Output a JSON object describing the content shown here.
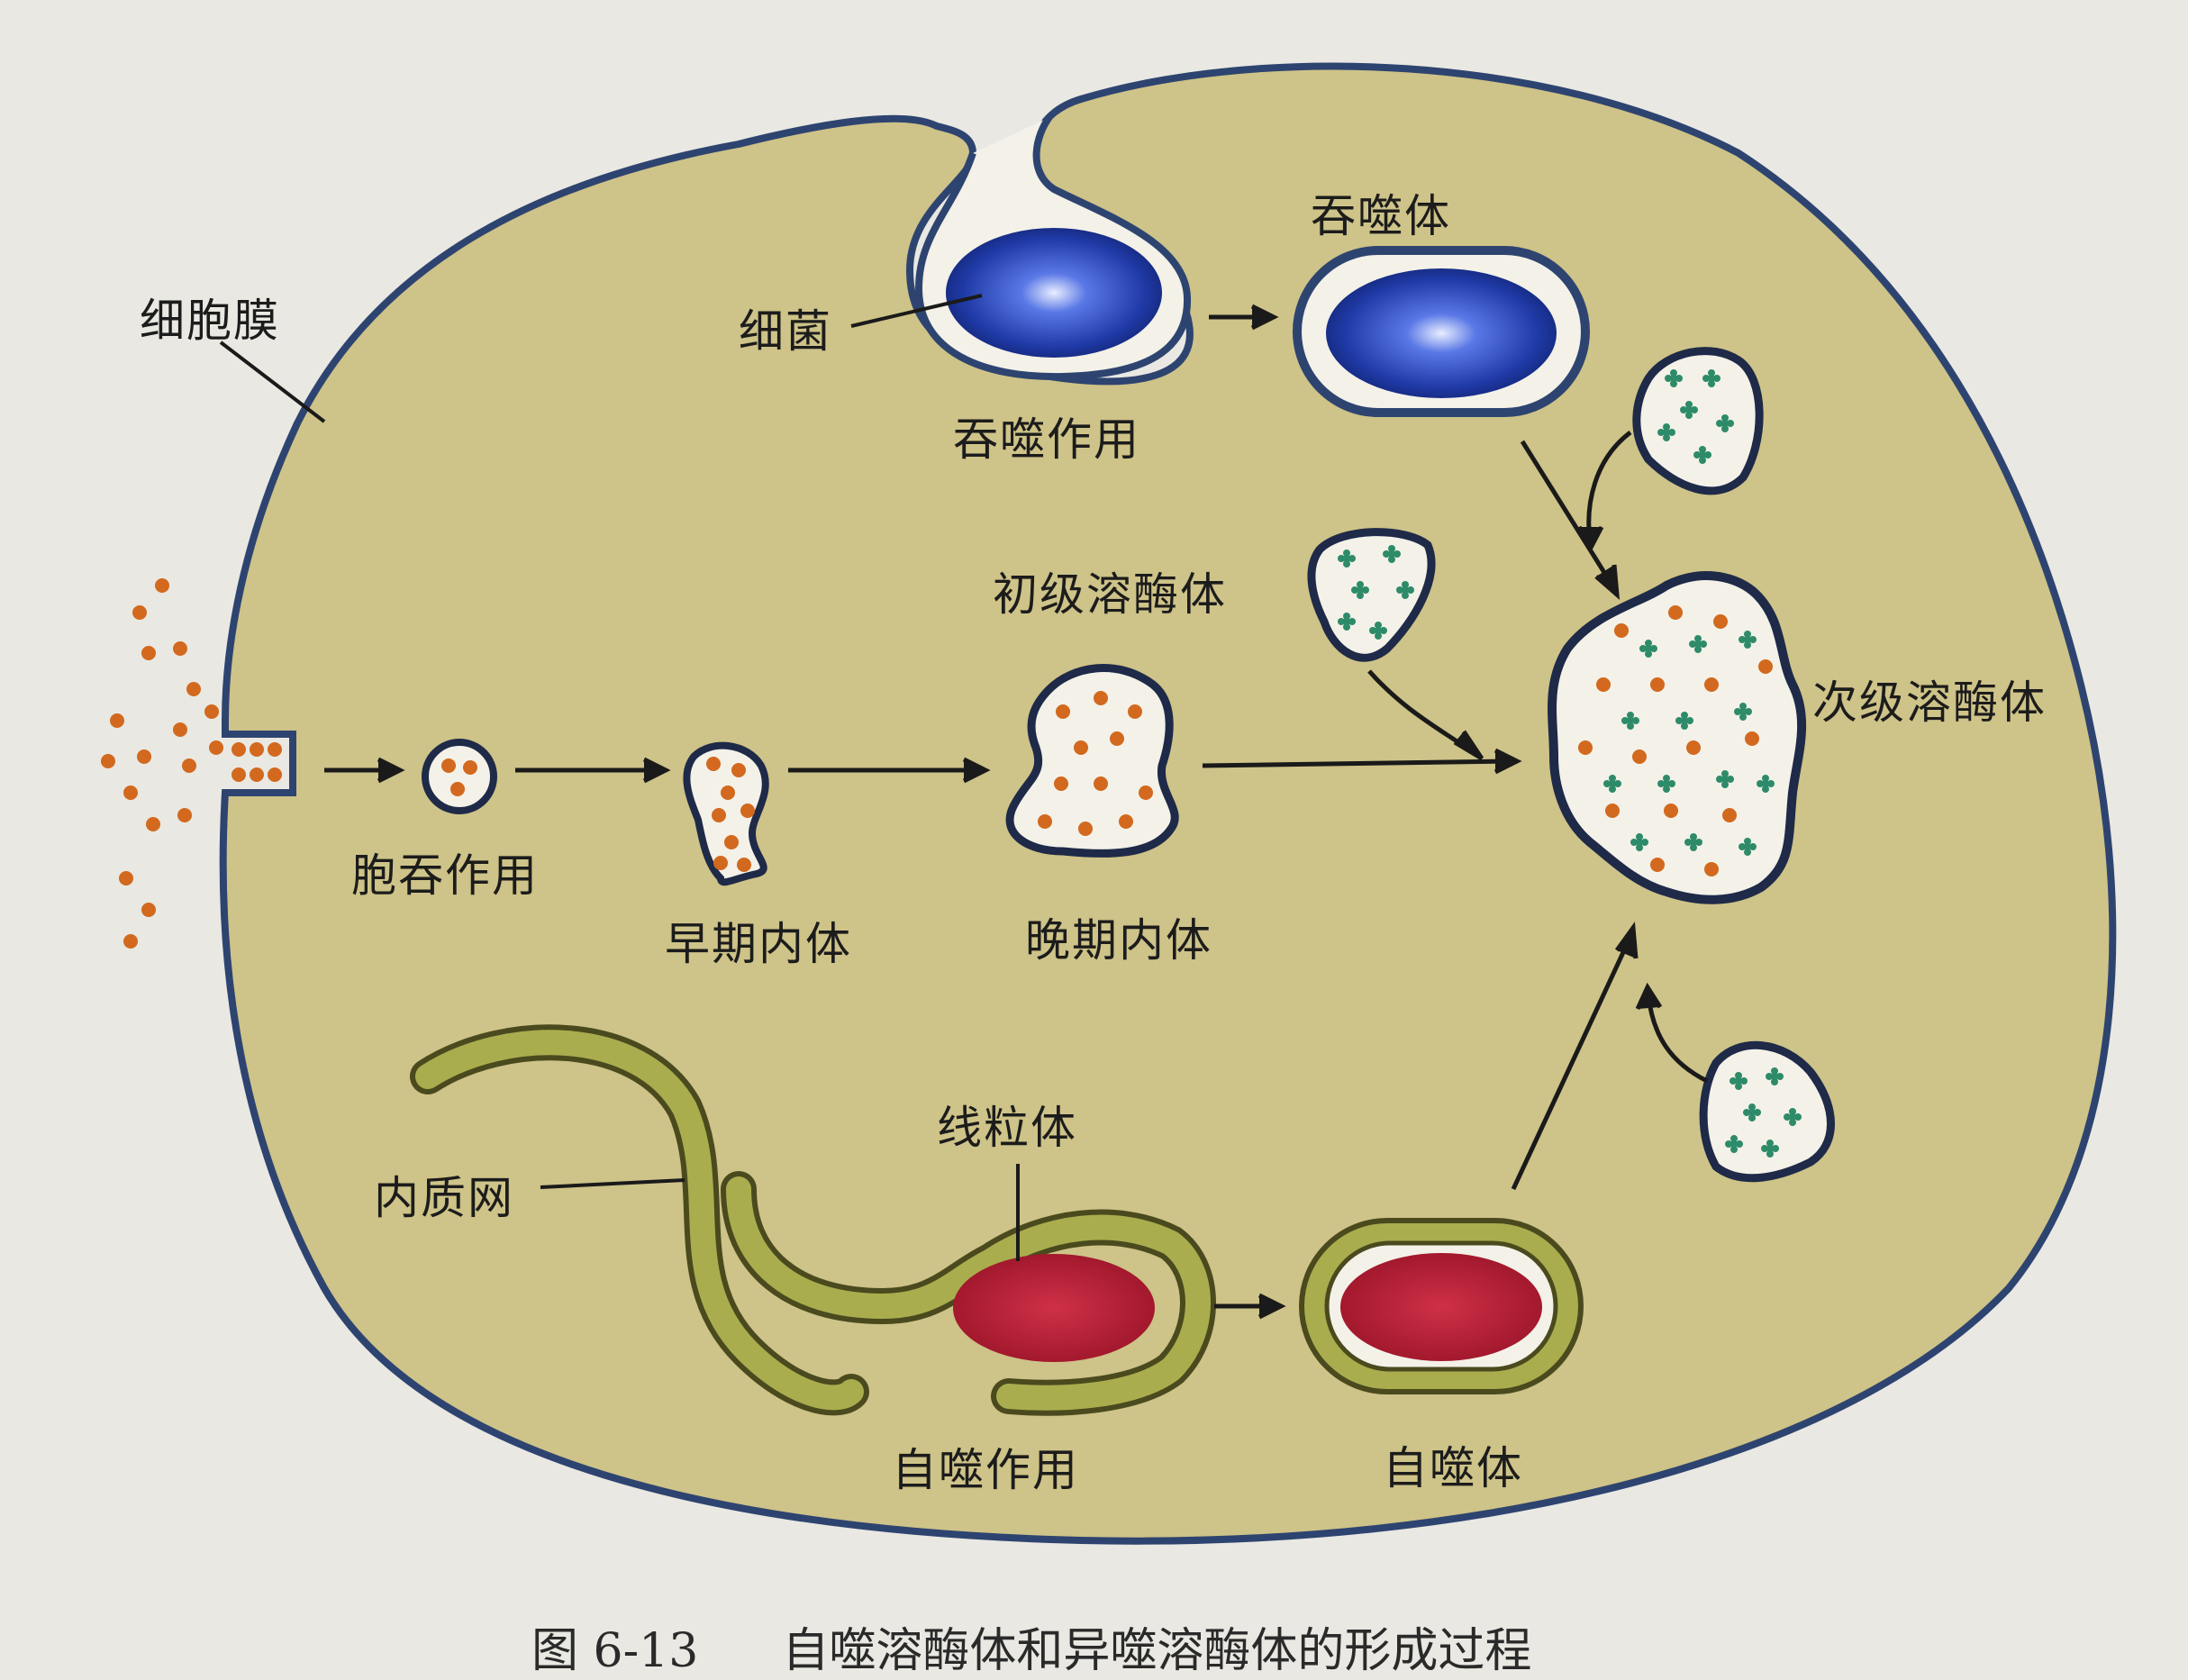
{
  "labels": {
    "cell_membrane": "细胞膜",
    "bacteria": "细菌",
    "phagocytosis": "吞噬作用",
    "phagosome": "吞噬体",
    "primary_lysosome": "初级溶酶体",
    "secondary_lysosome": "次级溶酶体",
    "pinocytosis": "胞吞作用",
    "early_endosome": "早期内体",
    "late_endosome": "晚期内体",
    "er": "内质网",
    "mitochondrion": "线粒体",
    "autophagy": "自噬作用",
    "autophagosome": "自噬体"
  },
  "caption": {
    "number": "图 6-13",
    "title": "自噬溶酶体和异噬溶酶体的形成过程"
  },
  "colors": {
    "cytoplasm": "#cec388",
    "membrane": "#2e4470",
    "bacteria": "#1f3aa6",
    "mitochondrion": "#b01d32",
    "er": "#a9ad4e",
    "orange_particle": "#d2691e",
    "green_particle": "#2e8b6a",
    "vesicle_fill": "#f3f1e8"
  }
}
